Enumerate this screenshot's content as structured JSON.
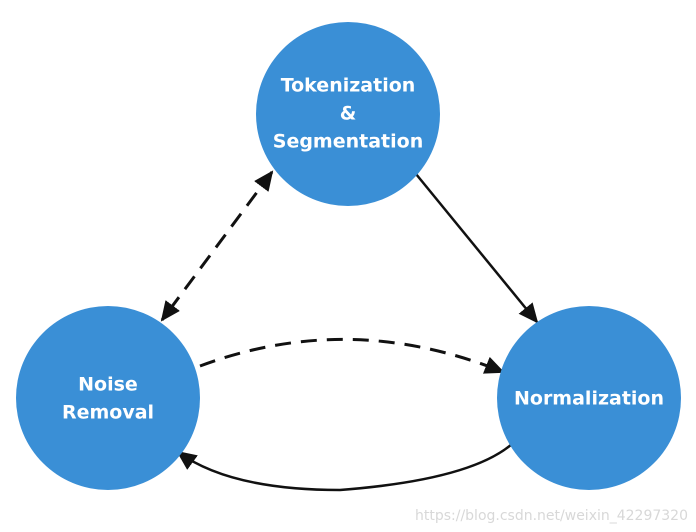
{
  "nodes": {
    "tokenization": {
      "lines": [
        "Tokenization",
        "&",
        "Segmentation"
      ]
    },
    "noise_removal": {
      "lines": [
        "Noise",
        "Removal"
      ]
    },
    "normalization": {
      "lines": [
        "Normalization"
      ]
    }
  },
  "edges": [
    {
      "from": "Tokenization & Segmentation",
      "to": "Noise Removal",
      "style": "dashed",
      "direction": "both"
    },
    {
      "from": "Tokenization & Segmentation",
      "to": "Normalization",
      "style": "solid",
      "direction": "forward"
    },
    {
      "from": "Noise Removal",
      "to": "Normalization",
      "style": "dashed",
      "direction": "forward"
    },
    {
      "from": "Normalization",
      "to": "Noise Removal",
      "style": "solid",
      "direction": "forward"
    }
  ],
  "watermark": "https://blog.csdn.net/weixin_42297320",
  "colors": {
    "node_fill": "#3a8fd6",
    "edge": "#111111",
    "background": "#ffffff"
  }
}
